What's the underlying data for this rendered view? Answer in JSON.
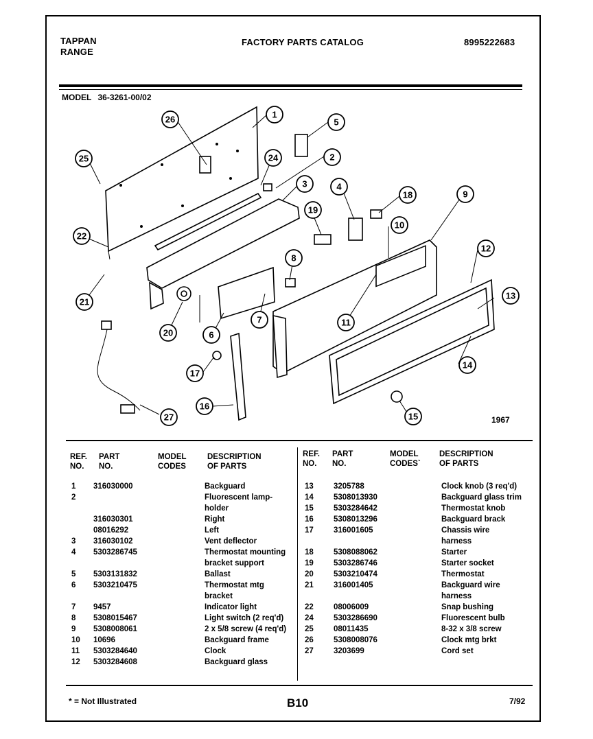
{
  "header": {
    "brand_line1": "TAPPAN",
    "brand_line2": "RANGE",
    "title": "FACTORY PARTS CATALOG",
    "catalog_number": "8995222683"
  },
  "model": {
    "label": "MODEL",
    "number": "36-3261-00/02"
  },
  "diagram": {
    "drawing_code": "1967",
    "callouts": [
      "1",
      "2",
      "3",
      "4",
      "5",
      "6",
      "7",
      "8",
      "9",
      "10",
      "11",
      "12",
      "13",
      "14",
      "15",
      "16",
      "17",
      "18",
      "19",
      "20",
      "21",
      "22",
      "24",
      "25",
      "26",
      "27"
    ]
  },
  "table": {
    "headers": {
      "ref": "REF.\nNO.",
      "part": "PART\nNO.",
      "codes": "MODEL\nCODES",
      "desc": "DESCRIPTION\nOF PARTS",
      "codes_right": "MODEL\nCODES`"
    },
    "left_rows": [
      {
        "ref": "1",
        "part": "316030000",
        "desc": "Backguard"
      },
      {
        "ref": "2",
        "part": "",
        "desc": "Fluorescent lamp-"
      },
      {
        "ref": "",
        "part": "",
        "desc": "holder"
      },
      {
        "ref": "",
        "part": "316030301",
        "desc": "Right"
      },
      {
        "ref": "",
        "part": "08016292",
        "desc": "Left"
      },
      {
        "ref": "3",
        "part": "316030102",
        "desc": "Vent deflector"
      },
      {
        "ref": "4",
        "part": "5303286745",
        "desc": "Thermostat mounting"
      },
      {
        "ref": "",
        "part": "",
        "desc": "bracket support"
      },
      {
        "ref": "5",
        "part": "5303131832",
        "desc": "Ballast"
      },
      {
        "ref": "6",
        "part": "5303210475",
        "desc": "Thermostat mtg"
      },
      {
        "ref": "",
        "part": "",
        "desc": "bracket"
      },
      {
        "ref": "7",
        "part": "9457",
        "desc": "Indicator light"
      },
      {
        "ref": "8",
        "part": "5308015467",
        "desc": "Light switch (2 req'd)"
      },
      {
        "ref": "9",
        "part": "5308008061",
        "desc": "2 x 5/8 screw (4 req'd)"
      },
      {
        "ref": "10",
        "part": "10696",
        "desc": "Backguard frame"
      },
      {
        "ref": "11",
        "part": "5303284640",
        "desc": "Clock"
      },
      {
        "ref": "12",
        "part": "5303284608",
        "desc": "Backguard glass"
      }
    ],
    "right_rows": [
      {
        "ref": "13",
        "part": "3205788",
        "desc": "Clock knob (3 req'd)"
      },
      {
        "ref": "14",
        "part": "5308013930",
        "desc": "Backguard glass trim"
      },
      {
        "ref": "15",
        "part": "5303284642",
        "desc": "Thermostat knob"
      },
      {
        "ref": "16",
        "part": "5308013296",
        "desc": "Backguard brack"
      },
      {
        "ref": "17",
        "part": "316001605",
        "desc": "Chassis wire"
      },
      {
        "ref": "",
        "part": "",
        "desc": "harness"
      },
      {
        "ref": "18",
        "part": "5308088062",
        "desc": "Starter"
      },
      {
        "ref": "19",
        "part": "5303286746",
        "desc": "Starter socket"
      },
      {
        "ref": "20",
        "part": "5303210474",
        "desc": "Thermostat"
      },
      {
        "ref": "21",
        "part": "316001405",
        "desc": "Backguard wire"
      },
      {
        "ref": "",
        "part": "",
        "desc": "harness"
      },
      {
        "ref": "22",
        "part": "08006009",
        "desc": "Snap bushing"
      },
      {
        "ref": "24",
        "part": "5303286690",
        "desc": "Fluorescent bulb"
      },
      {
        "ref": "25",
        "part": "08011435",
        "desc": "8-32 x 3/8 screw"
      },
      {
        "ref": "26",
        "part": "5308008076",
        "desc": "Clock mtg brkt"
      },
      {
        "ref": "27",
        "part": "3203699",
        "desc": "Cord set"
      }
    ]
  },
  "footer": {
    "note": "* = Not Illustrated",
    "page": "B10",
    "date": "7/92"
  }
}
